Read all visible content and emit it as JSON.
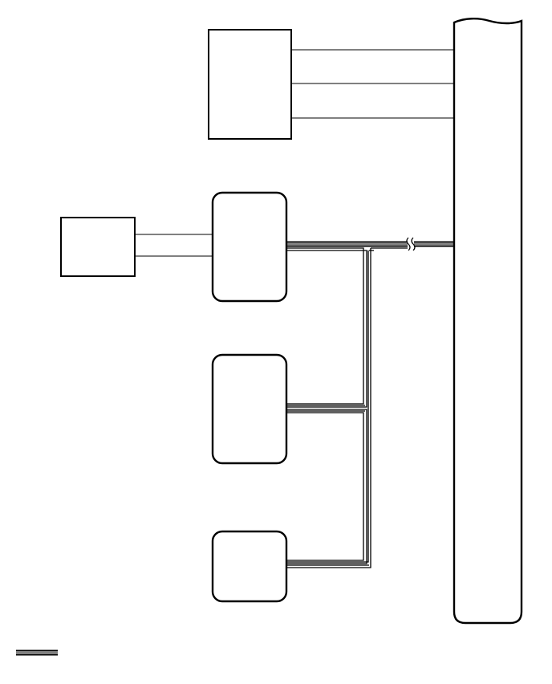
{
  "diagram": {
    "type": "block-diagram",
    "blocks": [
      {
        "id": "block-top",
        "shape": "rectangle",
        "label": ""
      },
      {
        "id": "block-left",
        "shape": "rectangle",
        "label": ""
      },
      {
        "id": "block-upper-rounded",
        "shape": "rounded-rectangle",
        "label": ""
      },
      {
        "id": "block-middle-rounded",
        "shape": "rounded-rectangle",
        "label": ""
      },
      {
        "id": "block-lower-rounded",
        "shape": "rounded-rectangle",
        "label": ""
      },
      {
        "id": "block-vertical-bar",
        "shape": "tall-rounded-rectangle-with-wavy-top",
        "label": ""
      }
    ],
    "connections": [
      {
        "from": "block-top",
        "to": "block-vertical-bar",
        "style": "thin-line",
        "count": 3
      },
      {
        "from": "block-left",
        "to": "block-upper-rounded",
        "style": "thin-line",
        "count": 2
      },
      {
        "from": "block-upper-rounded",
        "to": "block-vertical-bar",
        "style": "bus-line",
        "break_mark": true
      },
      {
        "from": "block-middle-rounded",
        "to": "bus-trunk",
        "style": "bus-line"
      },
      {
        "from": "block-lower-rounded",
        "to": "bus-trunk",
        "style": "bus-line"
      }
    ],
    "legend": [
      {
        "symbol": "bus-line",
        "label": ""
      }
    ],
    "colors": {
      "stroke": "#000000",
      "fill": "#ffffff"
    }
  }
}
